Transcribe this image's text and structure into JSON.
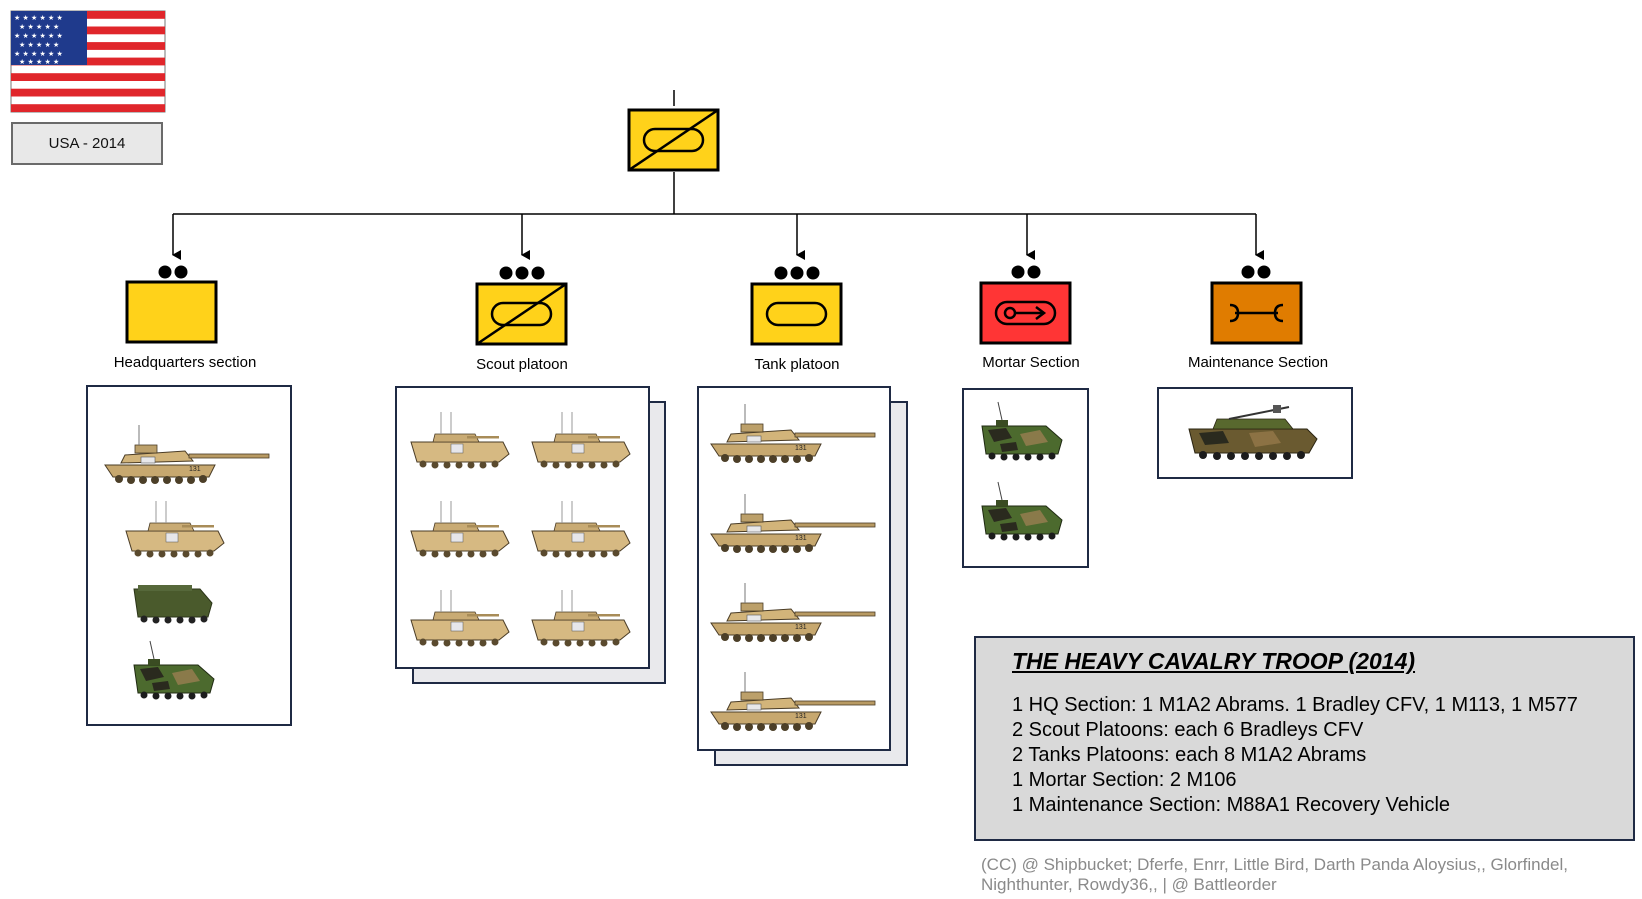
{
  "country_label": "USA - 2014",
  "colors": {
    "armor_yellow": "#ffd21a",
    "mortar_red": "#ff3535",
    "maintenance_orange": "#e07c00",
    "frame": "#1f2a44",
    "summary_bg": "#d9d9d9",
    "credit_text": "#8a8a8a"
  },
  "units": {
    "hq": {
      "label": "Headquarters section",
      "size_dots": 2
    },
    "scout": {
      "label": "Scout platoon",
      "size_dots": 3
    },
    "tank": {
      "label": "Tank platoon",
      "size_dots": 3
    },
    "mortar": {
      "label": "Mortar Section",
      "size_dots": 2
    },
    "maintenance": {
      "label": "Maintenance Section",
      "size_dots": 2
    }
  },
  "summary": {
    "title": "THE HEAVY CAVALRY TROOP (2014)",
    "lines": [
      "1 HQ Section: 1 M1A2 Abrams. 1 Bradley CFV, 1 M113, 1 M577",
      "2 Scout Platoons: each 6 Bradleys CFV",
      "2 Tanks Platoons: each 8 M1A2 Abrams",
      "1 Mortar Section: 2 M106",
      "1 Maintenance Section: M88A1 Recovery Vehicle"
    ]
  },
  "credits": "(CC) @ Shipbucket; Dferfe, Enrr, Little Bird, Darth Panda Aloysius,, Glorfindel, Nighthunter, Rowdy36,, | @ Battleorder",
  "icons": {
    "flag": "us-flag-icon",
    "troop": "armored-cavalry-symbol-icon",
    "tank_vehicle": "m1a2-abrams-icon",
    "ifv_vehicle": "bradley-cfv-icon",
    "apc_vehicle": "m113-icon",
    "m577_vehicle": "m577-icon",
    "mortar_vehicle": "m106-icon",
    "recovery_vehicle": "m88a1-icon"
  }
}
